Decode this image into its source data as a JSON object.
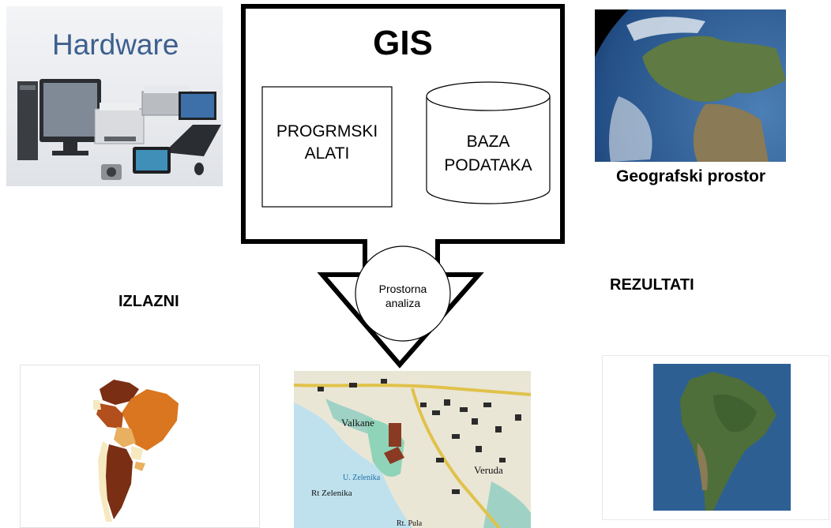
{
  "diagram": {
    "gis_title": "GIS",
    "tools_label": [
      "PROGRMSKI",
      "ALATI"
    ],
    "database_label": [
      "BAZA",
      "PODATAKA"
    ],
    "analysis_label": [
      "Prostorna",
      "analiza"
    ],
    "hardware_title": "Hardware",
    "geo_space_label": "Geografski prostor",
    "outputs_label": "IZLAZNI",
    "results_label": "REZULTATI",
    "map_labels": [
      "Valkane",
      "Veruda",
      "Rt Zelenika",
      "U. Zelenika",
      "Rt. Pula"
    ]
  },
  "colors": {
    "hardware_title": "#3d5f8e",
    "choropleth": [
      "#f6e9c0",
      "#e8b060",
      "#d9761f",
      "#b24f1c",
      "#7a2e14"
    ],
    "ocean": "#2e5f93",
    "land": "#4f6f3a"
  }
}
